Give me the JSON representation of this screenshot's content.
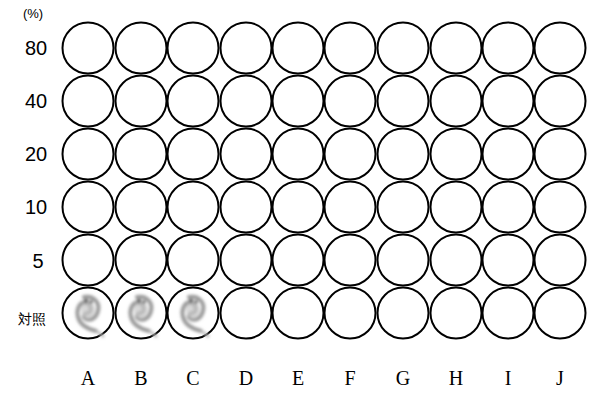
{
  "diagram": {
    "labels": [
      "(%)",
      "80",
      "40",
      "20",
      "10",
      "5",
      "対照",
      "A",
      "B",
      "C",
      "D",
      "E",
      "F",
      "G",
      "H",
      "I",
      "J"
    ]
  }
}
